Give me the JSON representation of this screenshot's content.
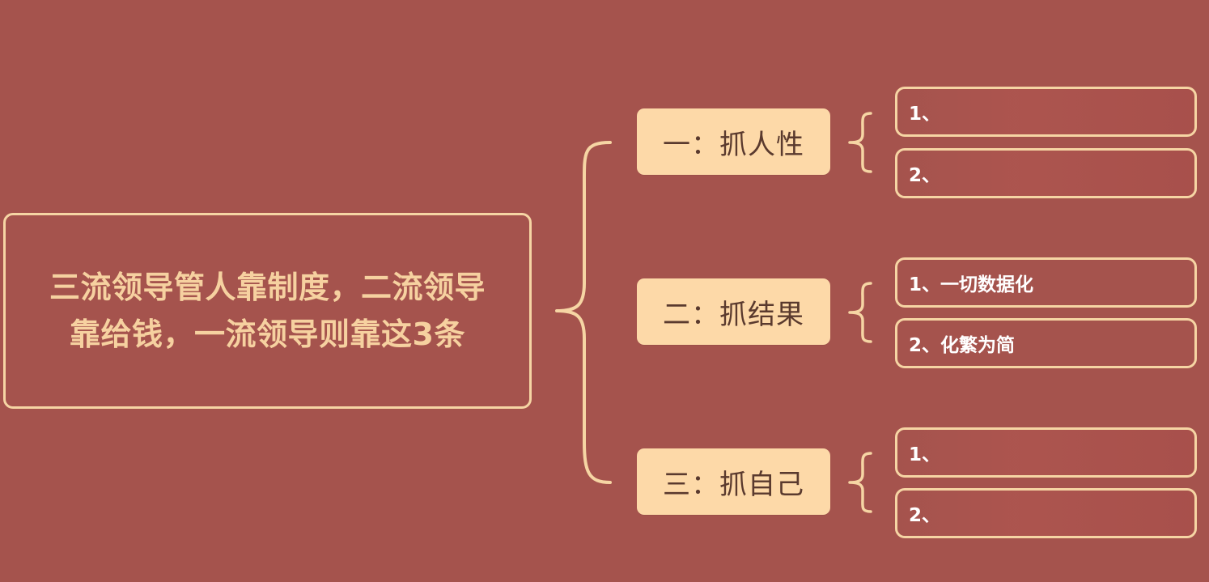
{
  "root": {
    "text": "三流领导管人靠制度，二流领导靠给钱，一流领导则靠这3条"
  },
  "branches": [
    {
      "label": "一：抓人性",
      "items": [
        "1、",
        "2、"
      ]
    },
    {
      "label": "二：抓结果",
      "items": [
        "1、一切数据化",
        "2、化繁为简"
      ]
    },
    {
      "label": "三：抓自己",
      "items": [
        "1、",
        "2、"
      ]
    }
  ],
  "colors": {
    "background": "#a5534d",
    "accent": "#f6d5a4",
    "branch_fill": "#fdd9a8",
    "branch_text": "#5a3a2e",
    "root_text": "#f6d1a0",
    "leaf_text": "#ffffff"
  }
}
